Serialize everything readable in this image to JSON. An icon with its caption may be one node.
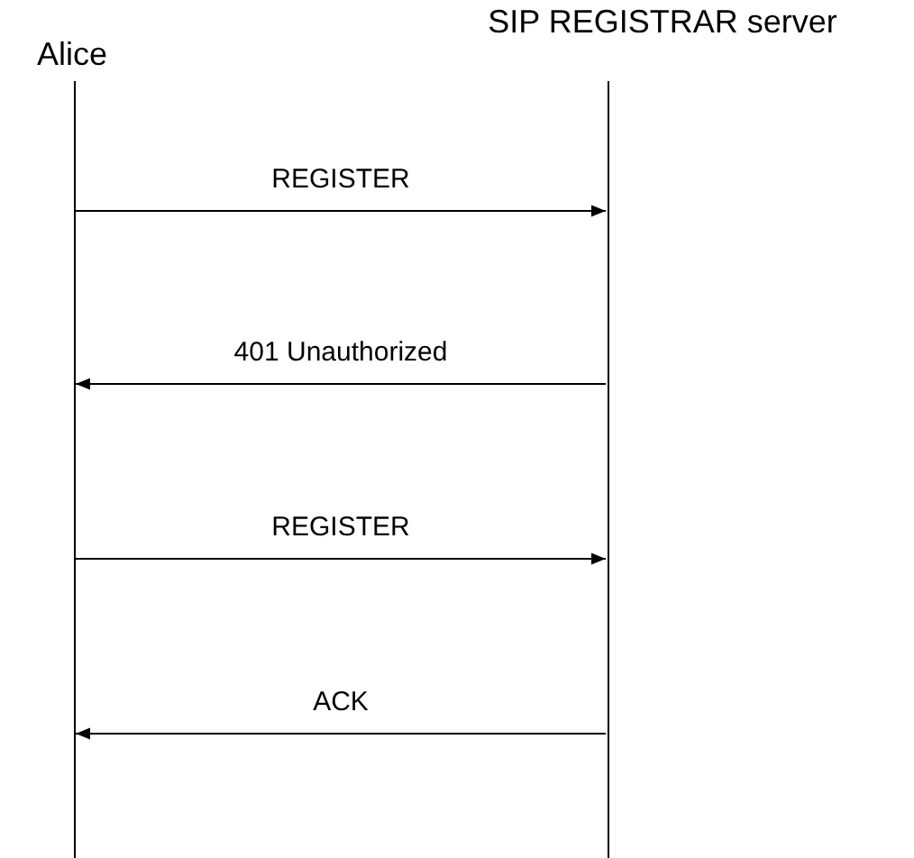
{
  "diagram": {
    "nodes": [
      {
        "text": [
          "Alice"
        ]
      },
      {
        "text": [
          "SIP REGISTRAR server"
        ]
      },
      {
        "text": [],
        "shape": "bar"
      },
      {
        "text": [],
        "shape": "bar"
      }
    ],
    "edges": [
      {
        "from": 2,
        "to": 3,
        "arrow": "to",
        "label": "REGISTER"
      },
      {
        "from": 3,
        "to": 2,
        "arrow": "to",
        "label": "401 Unauthorized"
      },
      {
        "from": 2,
        "to": 3,
        "arrow": "to",
        "label": "REGISTER"
      },
      {
        "from": 3,
        "to": 2,
        "arrow": "to",
        "label": "ACK"
      }
    ]
  }
}
